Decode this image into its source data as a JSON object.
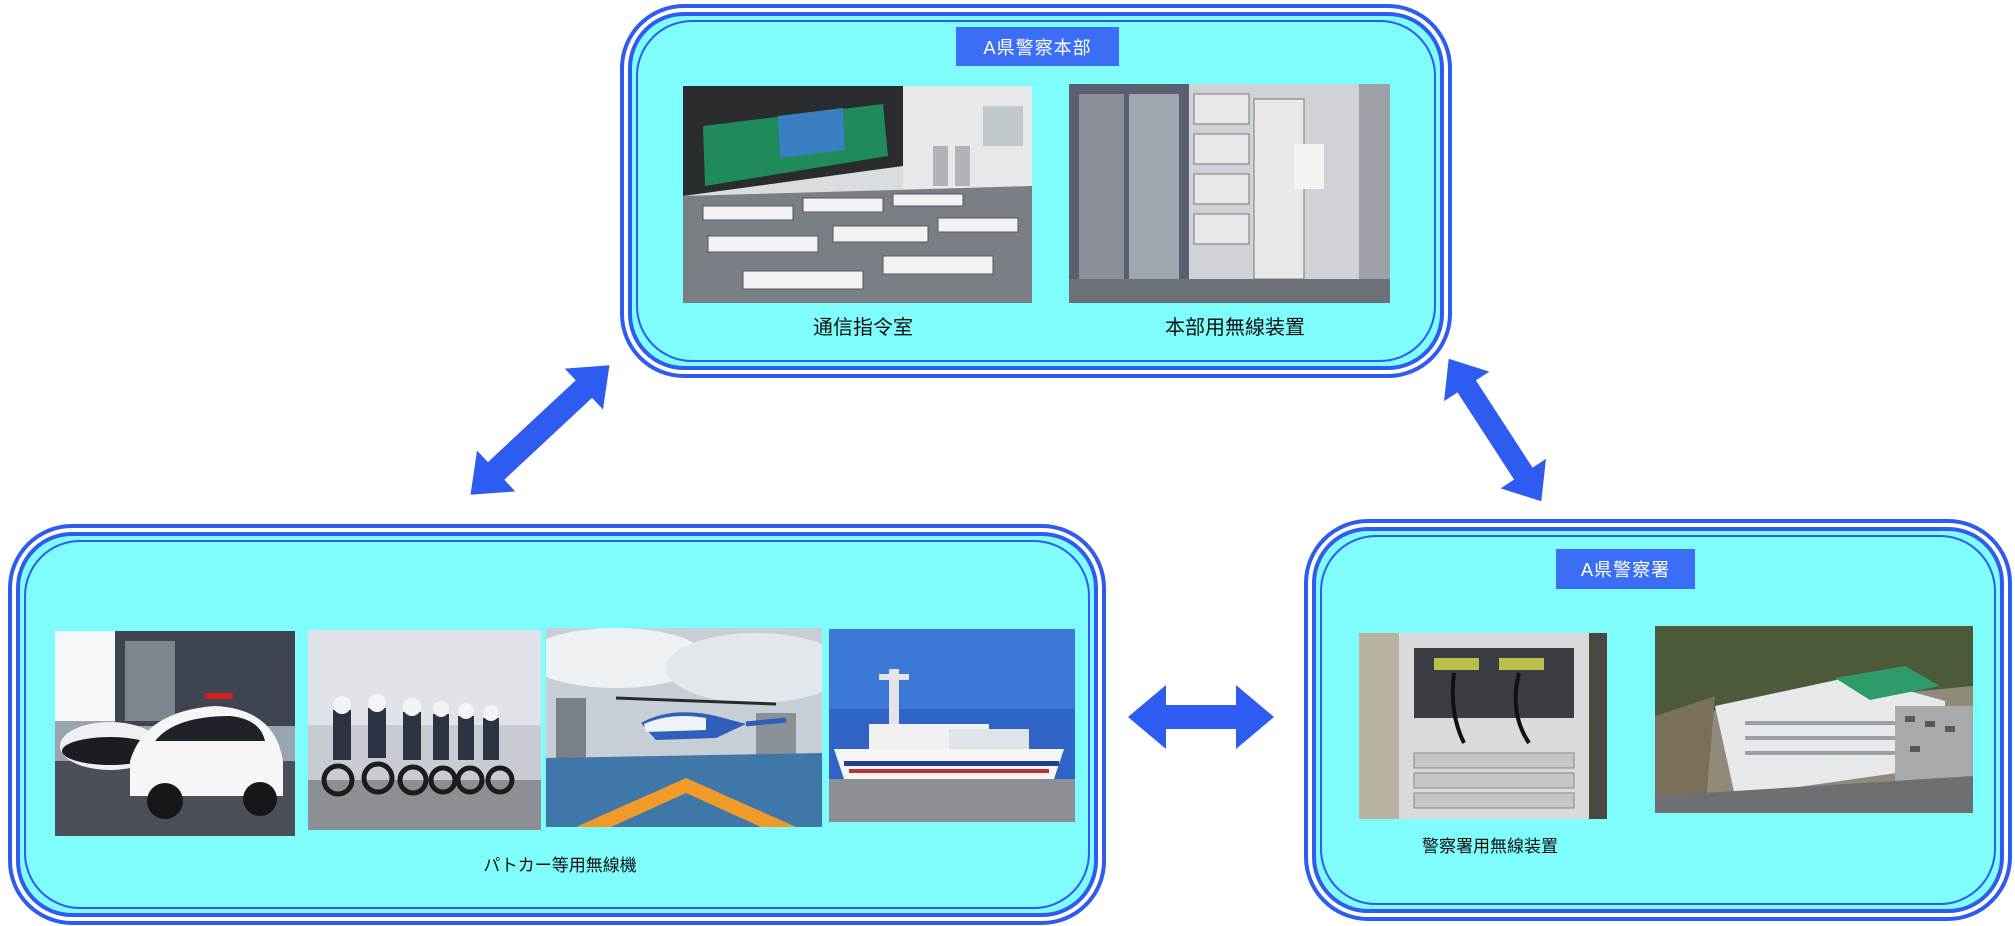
{
  "headquarters": {
    "title": "A県警察本部",
    "captions": [
      "通信指令室",
      "本部用無線装置"
    ],
    "photos": [
      "command-center-photo",
      "hq-radio-equipment-photo"
    ]
  },
  "vehicles": {
    "caption": "パトカー等用無線機",
    "photos": [
      "patrol-car-photo",
      "police-motorcycles-photo",
      "police-helicopter-photo",
      "patrol-boat-photo"
    ]
  },
  "station": {
    "title": "A県警察署",
    "caption": "警察署用無線装置",
    "photos": [
      "station-radio-equipment-photo",
      "police-station-building-photo"
    ]
  },
  "colors": {
    "panel_fill": "#7ffcfc",
    "border": "#2f5cf0",
    "badge": "#3b6ef5",
    "arrow": "#2f5cf0"
  },
  "arrows": [
    "double-arrow-hq-vehicles",
    "double-arrow-hq-station",
    "double-arrow-vehicles-station"
  ]
}
